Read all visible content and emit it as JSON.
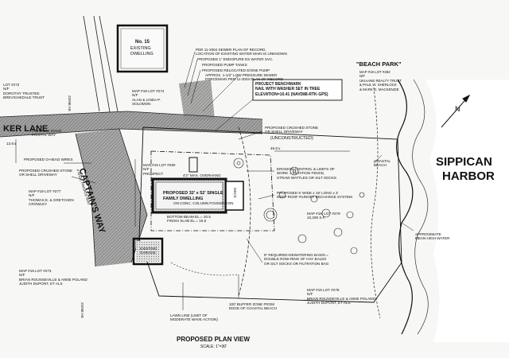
{
  "diagram": {
    "title": "PROPOSED PLAN VIEW",
    "scale": "SCALE: 1\"=30'",
    "labels": {
      "no15": "No. 15",
      "existing_dwelling": "EXISTING\nDWELLING",
      "beach_park": "\"BEACH PARK\"",
      "beach_park_owner": "MAP #19 LOT #282\nN/F\nUKIAANE REALTY TRUST\n& PAUL W. SHERLOCK\n& MARK G. MACKENZIE",
      "sippican": "SIPPICAN",
      "harbor": "HARBOR",
      "ker_lane": "KER LANE",
      "ker_lane_sub": "# SHELLIE ROAD\nPRIVATE WAY",
      "captains_way": "CAPTAIN'S WAY",
      "captains_way_sub": "# WIDE PRIVATE WAY",
      "proposed_dwelling": "PROPOSED 32' x 52' SINGLE\nFAMILY DWELLING",
      "dwelling_sub": "ON CONC. COLUMN FOUNDATION",
      "bottom_beam": "BOTTOM BEAM EL.= 20.5\nFINISH SLAB EL.= 16.5",
      "max_overhang": "4'2\" MAX. OVERHANG",
      "deck": "DECK",
      "unconstructed": "(UNCONSTRUCTED)",
      "existing_garage": "EXISTING\nGARAGE",
      "benchmark": "PROJECT BENCHMARK\nNAIL WITH WASHER SET IN TREE\nELEVATION=10.41 (NAVD88-RTK-GPS)",
      "note_sewer": "PER 11-2004 SEWER PLAN OF RECORD,\nLOCATION OF EXISTING WATER MAIN IS UNKNOWN",
      "note_water": "PROPOSED 1\" ENDOPURE ES WATER SVC.",
      "note_pump": "PROPOSED PUMP TANKS",
      "note_relocated": "PROPOSED RELOCATED E/ONE PUMP",
      "note_forcemain": "APPROX. 1-1/2\" LOW PRESSURE SEWER\nFORCEMAIN PER 11-2004 PLAN OF RECORD",
      "note_crushed_stone": "PROPOSED CRUSHED STONE\nOR SHELL DRIVEWAY",
      "note_erosion": "EROSION CONTROL & LIMITS OF\nWORK = SILTATION FENCE,\nSTRAW WATTLES OR SILT SOCKS",
      "note_trench": "PROPOSED 6' WIDE x 19' LONG x 3'\nDEEP ROOF RUNOFF RECHARGE SYSTEM",
      "note_dewatering": "IF REQUIRED-DEWATERING BASIN =\nDOUBLE ROW-RING OF HAY BALES\nOR SILT SOCKS OR FILTRATION BAG",
      "note_buffer": "100' BUFFER ZONE FROM\nEDGE OF COASTAL BEACH",
      "note_lawn": "LAWN LINE (LIMIT OF\nMODERATE WAVE ACTION)",
      "note_overhead": "PROPOSED O-HEAD WIRES",
      "note_left_crushed": "PROPOSED CRUSHED STONE\nOR SHELL DRIVEWAY",
      "note_coastal": "COASTAL\nBEACH",
      "note_mhw": "APPROXIMATE\nMEAN HIGH WATER",
      "lot_main": "MAP #19, LOT #279\n10,290 S.F.",
      "lot_274": "MAP #19 LOT #274\nN/F\nALAN & LINDA P.\nSOLOMON",
      "lot_272": "LOT #272\nN/F\nDOROTHY TRUSTEE\nBREVICHEDALE TRUST",
      "lot_280": "MAP #19 LOT #280\nN/F\nPROSPECT",
      "lot_277": "MAP #19 LOT #277\nN/F\nTHOMAS E. & GRETCHEN\nCROWLEY",
      "lot_273": "MAP #19 LOT #273\nN/F\nBRIAN ROUNSEVILLE & ANNE POLAND\nJUDITH DUPONT, ET ALS",
      "lot_278": "MAP #19 LOT #278\nN/F\nBRIAN ROUNSEVILLE & ANNE POLAND\nJUDITH DUPONT, ET ALS",
      "zone_ae": "ZONE AE",
      "elev_13_6": "13.6'±",
      "elev_45": "45.5'±"
    }
  }
}
